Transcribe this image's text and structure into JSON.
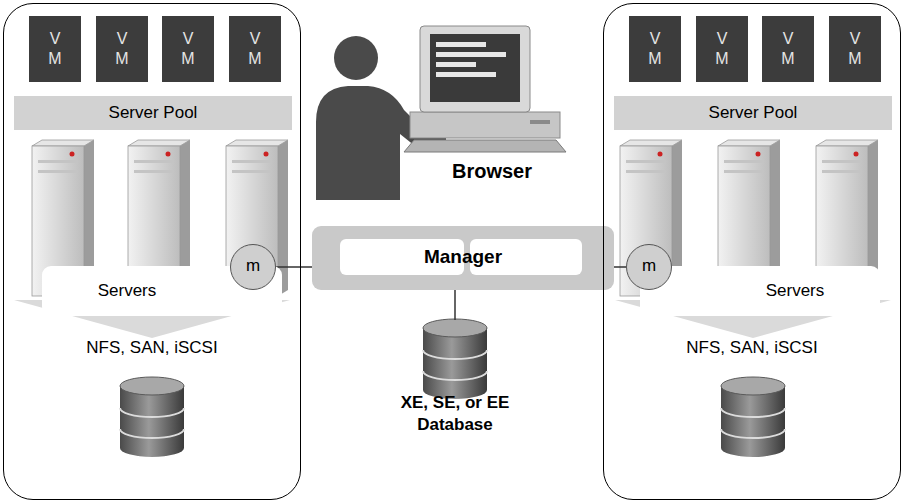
{
  "diagram": {
    "nodes": [
      {
        "text": [
          "NFS, SAN, iSCSI"
        ]
      },
      {
        "text": [
          "V M"
        ],
        "in": 0
      },
      {
        "text": [
          "V M"
        ],
        "in": 0
      },
      {
        "text": [
          "V M"
        ],
        "in": 0
      },
      {
        "text": [
          "V M"
        ],
        "in": 0
      },
      {
        "text": [
          "Server Pool"
        ],
        "in": 0
      },
      {
        "text": [
          "Servers"
        ],
        "in": 0
      },
      {
        "text": [
          "m"
        ],
        "in": 0
      },
      {
        "text": [
          "Manager"
        ]
      },
      {
        "text": [
          "XE, SE, or EE Database"
        ]
      },
      {
        "text": [
          "NFS, SAN, iSCSI"
        ]
      },
      {
        "text": [
          "V M"
        ],
        "in": 10
      },
      {
        "text": [
          "V M"
        ],
        "in": 10
      },
      {
        "text": [
          "V M"
        ],
        "in": 10
      },
      {
        "text": [
          "V M"
        ],
        "in": 10
      },
      {
        "text": [
          "Server Pool"
        ],
        "in": 10
      },
      {
        "text": [
          "Servers"
        ],
        "in": 10
      },
      {
        "text": [
          "m"
        ],
        "in": 10
      }
    ],
    "edges": [
      {
        "from": 7,
        "to": 8,
        "arrow": "none"
      },
      {
        "from": 8,
        "to": 17,
        "arrow": "none"
      },
      {
        "from": 8,
        "to": 9,
        "arrow": "none"
      }
    ],
    "labels": [
      "Browser"
    ]
  }
}
